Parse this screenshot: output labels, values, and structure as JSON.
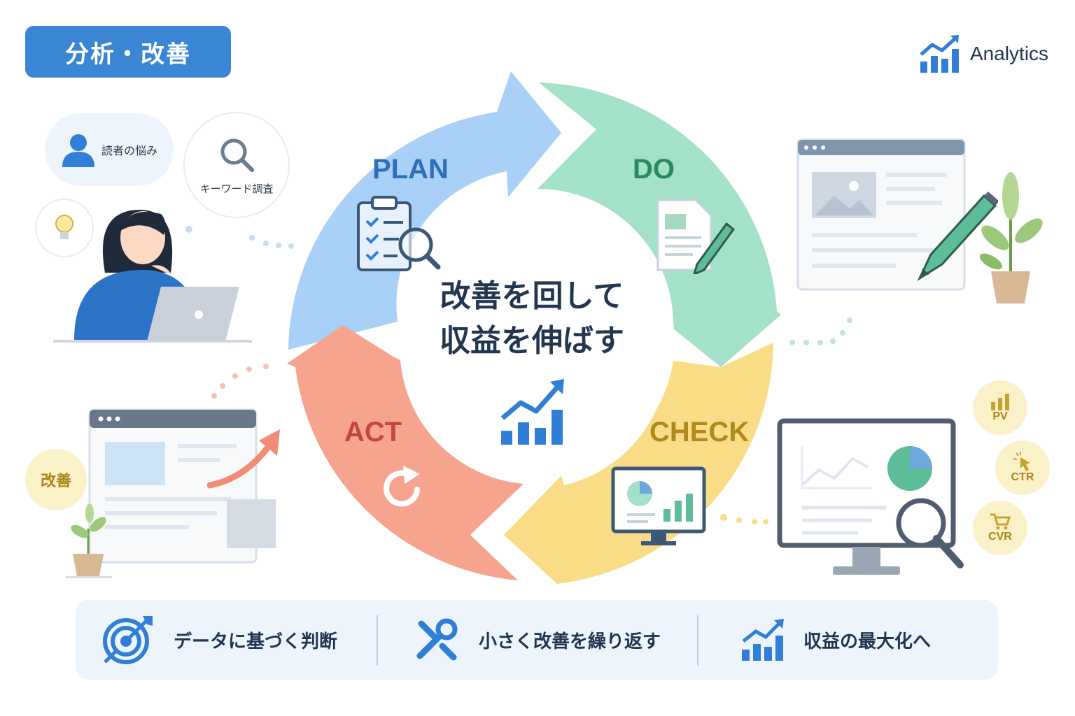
{
  "header": {
    "badge_label": "分析・改善",
    "brand_label": "Analytics"
  },
  "cycle": {
    "center_line1": "改善を回して",
    "center_line2": "収益を伸ばす",
    "phases": [
      {
        "label": "PLAN",
        "color": "#2f6fb8",
        "fill": "#a9d1f7"
      },
      {
        "label": "DO",
        "color": "#2a8a5f",
        "fill": "#a3e1c8"
      },
      {
        "label": "CHECK",
        "color": "#b0891c",
        "fill": "#fbdc86"
      },
      {
        "label": "ACT",
        "color": "#c2483b",
        "fill": "#f7a48e"
      }
    ]
  },
  "left_scene": {
    "bubble_worry": "読者の悩み",
    "bubble_keyword": "キーワード調査",
    "improve_label": "改善"
  },
  "metrics": [
    {
      "label": "PV",
      "icon": "bar-chart-icon"
    },
    {
      "label": "CTR",
      "icon": "cursor-click-icon"
    },
    {
      "label": "CVR",
      "icon": "cart-icon"
    }
  ],
  "bottom": {
    "items": [
      {
        "label": "データに基づく判断",
        "icon": "target-icon"
      },
      {
        "label": "小さく改善を繰り返す",
        "icon": "tools-icon"
      },
      {
        "label": "収益の最大化へ",
        "icon": "growth-chart-icon"
      }
    ]
  },
  "colors": {
    "accent": "#3a86d4",
    "navy": "#22364f",
    "pale_blue": "#edf4fb"
  }
}
